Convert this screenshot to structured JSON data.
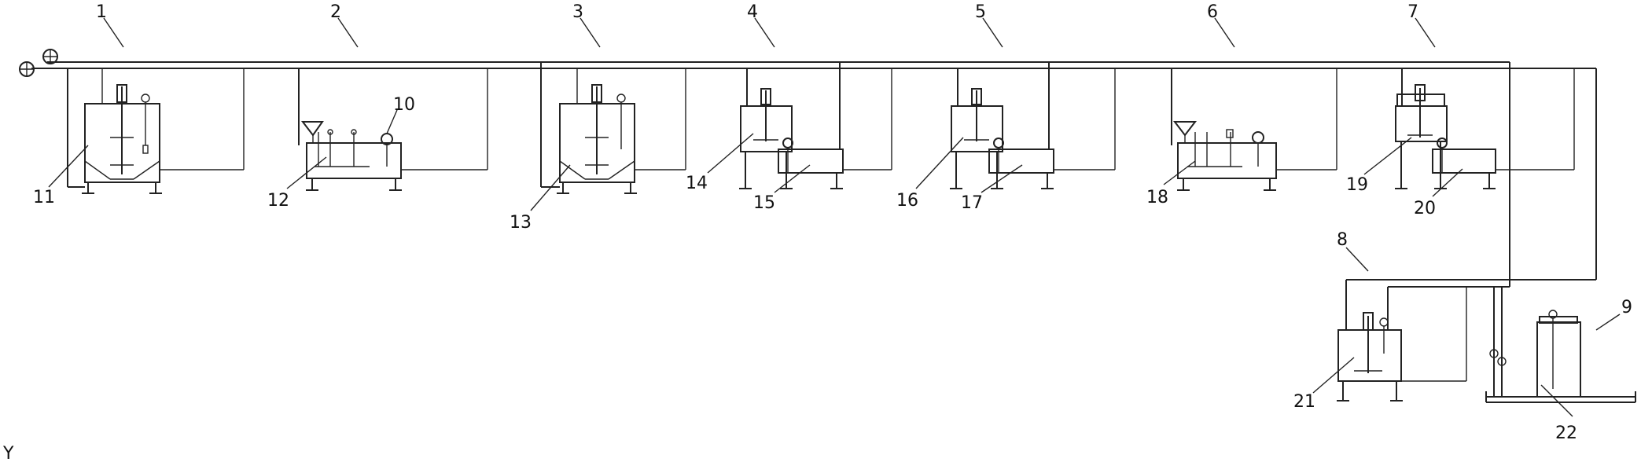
{
  "diagram": {
    "callouts": {
      "c1": "1",
      "c2": "2",
      "c3": "3",
      "c4": "4",
      "c5": "5",
      "c6": "6",
      "c7": "7",
      "c8": "8",
      "c9": "9",
      "c10": "10",
      "c11": "11",
      "c12": "12",
      "c13": "13",
      "c14": "14",
      "c15": "15",
      "c16": "16",
      "c17": "17",
      "c18": "18",
      "c19": "19",
      "c20": "20",
      "c21": "21",
      "c22": "22"
    },
    "corner_mark": "Y"
  }
}
